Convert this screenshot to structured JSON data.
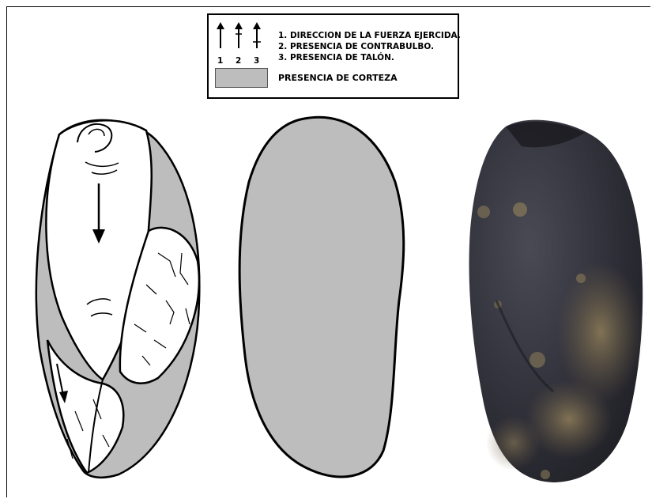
{
  "legend": {
    "items": [
      {
        "number": "1",
        "label": "1. DIRECCION DE LA FUERZA EJERCIDA."
      },
      {
        "number": "2",
        "label": "2. PRESENCIA DE CONTRABULBO."
      },
      {
        "number": "3",
        "label": "3. PRESENCIA DE TALÓN."
      }
    ],
    "cortex_label": "PRESENCIA DE CORTEZA"
  },
  "colors": {
    "cortex": "#bdbdbd",
    "stone": "#3a3a40",
    "stone_patina": "#7a6a4a"
  }
}
